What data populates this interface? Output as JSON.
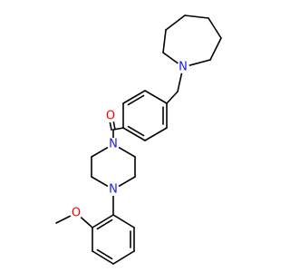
{
  "molecule": {
    "colors": {
      "bond": "#000000",
      "nitrogen": "#1a1aff",
      "oxygen": "#ff0000",
      "background": "#ffffff"
    },
    "atoms": [
      {
        "id": "n_azepane",
        "element": "N",
        "label": "N"
      },
      {
        "id": "o_carbonyl",
        "element": "O",
        "label": "O"
      },
      {
        "id": "n_piperazine_top",
        "element": "N",
        "label": "N"
      },
      {
        "id": "n_piperazine_bottom",
        "element": "N",
        "label": "N"
      },
      {
        "id": "o_methoxy",
        "element": "O",
        "label": "O"
      }
    ]
  }
}
